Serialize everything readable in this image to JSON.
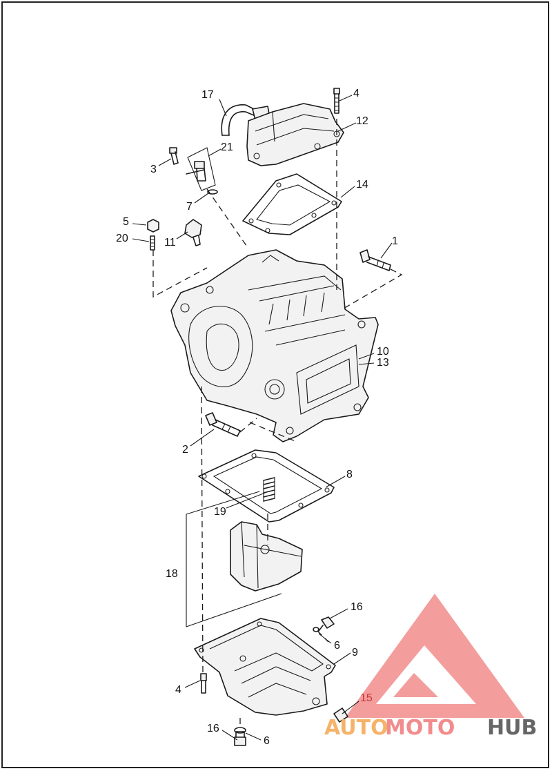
{
  "diagram": {
    "callouts": [
      {
        "id": "c17",
        "text": "17"
      },
      {
        "id": "c4a",
        "text": "4"
      },
      {
        "id": "c12",
        "text": "12"
      },
      {
        "id": "c21",
        "text": "21"
      },
      {
        "id": "c3",
        "text": "3"
      },
      {
        "id": "c14",
        "text": "14"
      },
      {
        "id": "c7",
        "text": "7"
      },
      {
        "id": "c5",
        "text": "5"
      },
      {
        "id": "c20",
        "text": "20"
      },
      {
        "id": "c11",
        "text": "11"
      },
      {
        "id": "c1",
        "text": "1"
      },
      {
        "id": "c10",
        "text": "10"
      },
      {
        "id": "c13",
        "text": "13"
      },
      {
        "id": "c2",
        "text": "2"
      },
      {
        "id": "c8",
        "text": "8"
      },
      {
        "id": "c19",
        "text": "19"
      },
      {
        "id": "c18",
        "text": "18"
      },
      {
        "id": "c16a",
        "text": "16"
      },
      {
        "id": "c6a",
        "text": "6"
      },
      {
        "id": "c9",
        "text": "9"
      },
      {
        "id": "c4b",
        "text": "4"
      },
      {
        "id": "c15",
        "text": "15"
      },
      {
        "id": "c16b",
        "text": "16"
      },
      {
        "id": "c6b",
        "text": "6"
      }
    ]
  },
  "watermark": {
    "part1": "AUTO",
    "part2": "MOTO",
    "part3": "HUB",
    "color_auto": "#f5b36a",
    "color_moto": "#f28c8c",
    "color_hub": "#666666",
    "triangle_color": "#f28c8c"
  }
}
